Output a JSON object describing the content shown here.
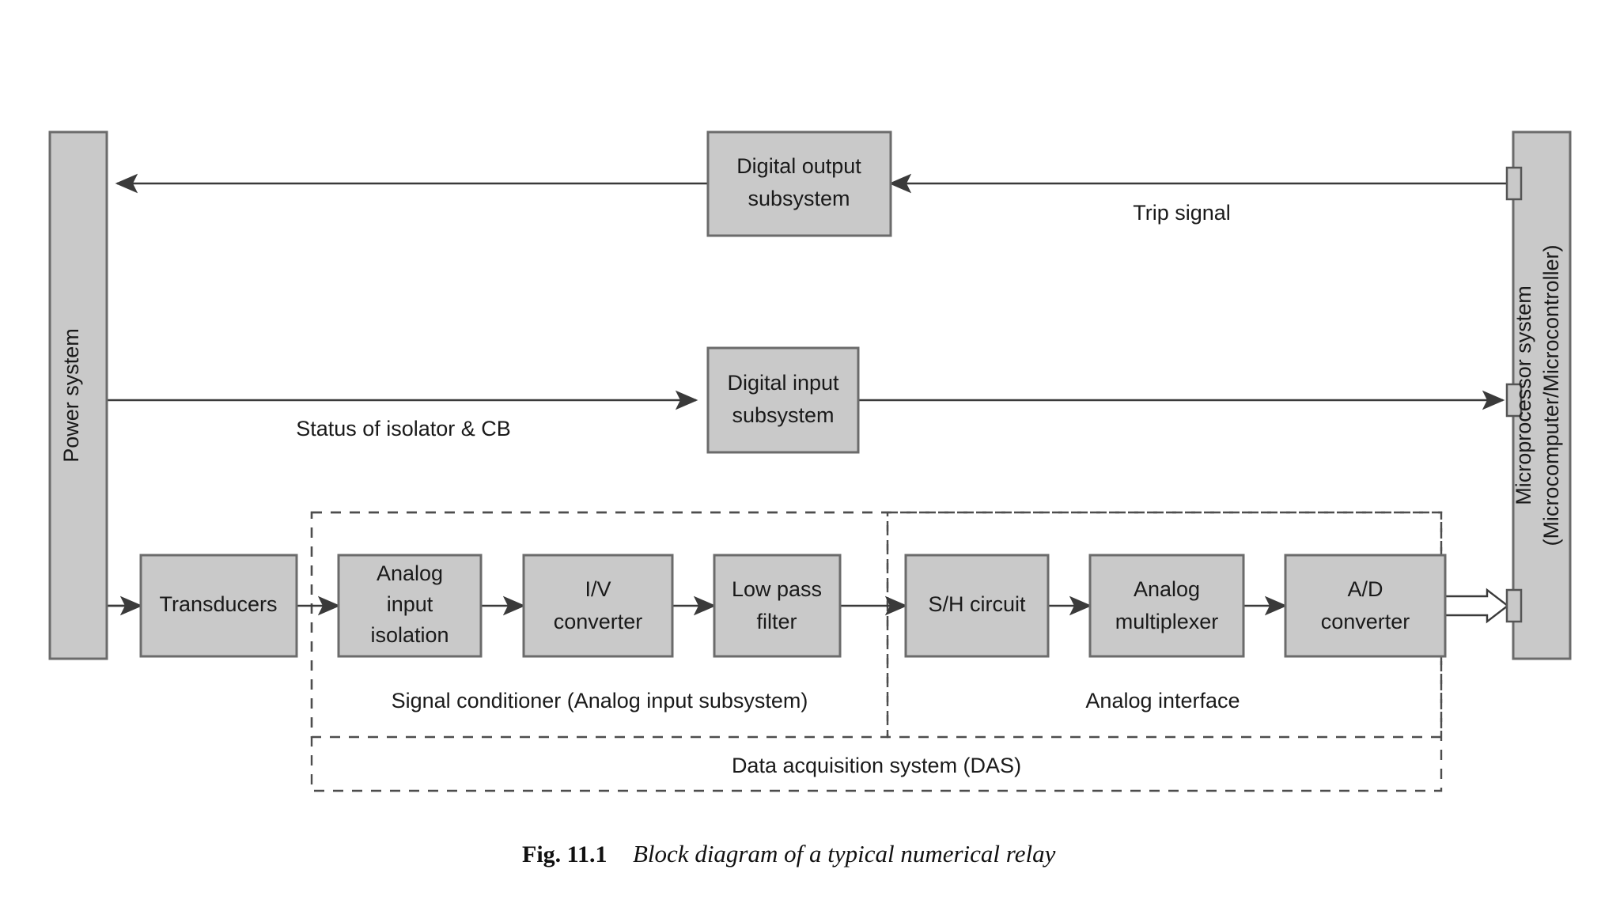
{
  "figure": {
    "caption_label": "Fig. 11.1",
    "caption_text": "Block diagram of a typical numerical relay",
    "background": "#ffffff",
    "block_fill": "#c9c9c9",
    "block_stroke": "#6b6b6b",
    "line_color": "#3a3a3a"
  },
  "blocks": {
    "power_system": {
      "label": "Power system",
      "orientation": "vertical"
    },
    "microprocessor": {
      "label_line1": "Microprocessor system",
      "label_line2": "(Microcomputer/Microcontroller)",
      "orientation": "vertical"
    },
    "digital_output": {
      "line1": "Digital output",
      "line2": "subsystem"
    },
    "digital_input": {
      "line1": "Digital input",
      "line2": "subsystem"
    },
    "transducers": {
      "line1": "Transducers",
      "line2": ""
    },
    "analog_input_isolation": {
      "line1": "Analog",
      "line2": "input",
      "line3": "isolation"
    },
    "iv_converter": {
      "line1": "I/V",
      "line2": "converter"
    },
    "low_pass_filter": {
      "line1": "Low pass",
      "line2": "filter"
    },
    "sh_circuit": {
      "line1": "S/H circuit",
      "line2": ""
    },
    "analog_multiplexer": {
      "line1": "Analog",
      "line2": "multiplexer"
    },
    "ad_converter": {
      "line1": "A/D",
      "line2": "converter"
    }
  },
  "edge_labels": {
    "trip_signal": "Trip signal",
    "status_isolator_cb": "Status of isolator & CB"
  },
  "group_labels": {
    "signal_conditioner": "Signal conditioner (Analog input subsystem)",
    "analog_interface": "Analog interface",
    "data_acquisition_system": "Data acquisition system (DAS)"
  }
}
